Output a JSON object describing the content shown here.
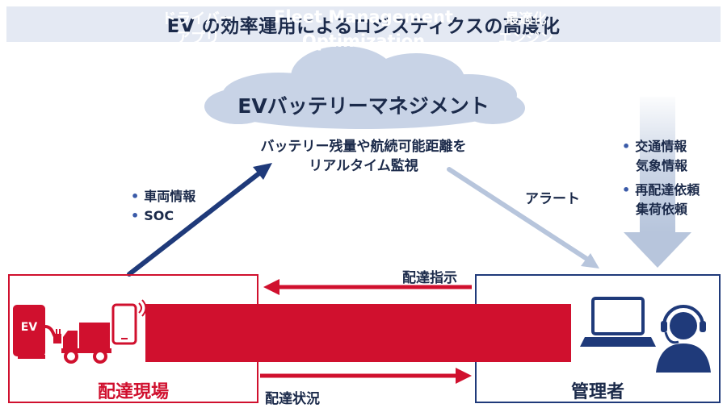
{
  "title": "EV の効率運用によるロジスティクスの高度化",
  "cloud": {
    "label": "EVバッテリーマネジメント"
  },
  "monitoring": {
    "line1": "バッテリー残量や航続可能距離を",
    "line2": "リアルタイム監視"
  },
  "left_bullets": [
    "車両情報",
    "SOC"
  ],
  "alert_label": "アラート",
  "right_bullets": {
    "group1": [
      "交通情報",
      "気象情報"
    ],
    "group2": [
      "再配達依頼",
      "集荷依頼"
    ]
  },
  "band": {
    "app_line1": "ドライバー",
    "app_line2": "アプリ",
    "fmo_line1": "Fleet Management",
    "fmo_line2": "Optimization",
    "engine_line1": "最適化",
    "engine_line2": "エンジン"
  },
  "dispatch_instruction": "配達指示",
  "dispatch_status": "配達状況",
  "field_label": "配達現場",
  "manager_label": "管理者",
  "ev_badge": "EV",
  "colors": {
    "red": "#d0102e",
    "navy": "#1f3a7a",
    "cloud": "#c8d3e6",
    "light_arrow": "#b7c5dc"
  }
}
